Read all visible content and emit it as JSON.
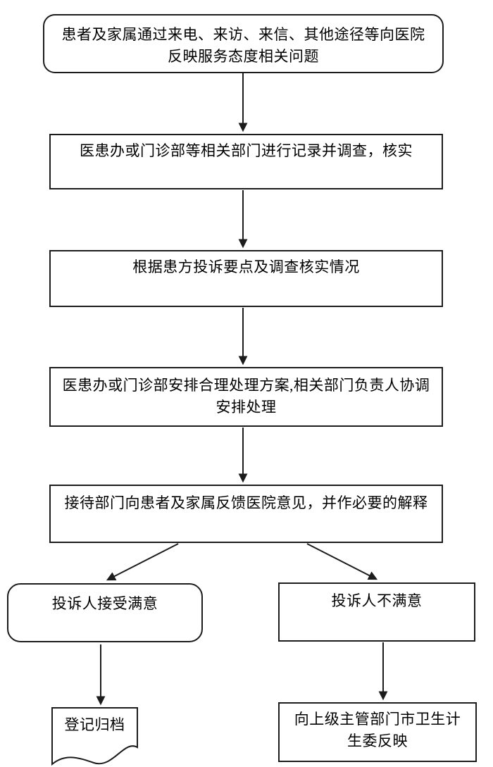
{
  "page": {
    "background_color": "#ffffff",
    "line_color": "#1c1c1c"
  },
  "flowchart": {
    "nodes": [
      {
        "id": "start",
        "shape": "rounded-rectangle",
        "text": "患者及家属通过来电、来访、来信、其他途径等向医院反映服务态度相关问题"
      },
      {
        "id": "record",
        "shape": "rectangle",
        "text": "医患办或门诊部等相关部门进行记录并调查，核实"
      },
      {
        "id": "assess",
        "shape": "rectangle",
        "text": "根据患方投诉要点及调查核实情况"
      },
      {
        "id": "plan",
        "shape": "rectangle",
        "text": "医患办或门诊部安排合理处理方案,相关部门负责人协调安排处理"
      },
      {
        "id": "feedback",
        "shape": "rectangle",
        "text": "接待部门向患者及家属反馈医院意见，并作必要的解释"
      },
      {
        "id": "satisfied",
        "shape": "rounded-rectangle",
        "text": "投诉人接受满意"
      },
      {
        "id": "unsatisfied",
        "shape": "rectangle",
        "text": "投诉人不满意"
      },
      {
        "id": "archive",
        "shape": "document",
        "text": "登记归档"
      },
      {
        "id": "escalate",
        "shape": "rectangle",
        "text": "向上级主管部门市卫生计生委反映"
      }
    ],
    "edges": [
      {
        "from": "start",
        "to": "record"
      },
      {
        "from": "record",
        "to": "assess"
      },
      {
        "from": "assess",
        "to": "plan"
      },
      {
        "from": "plan",
        "to": "feedback"
      },
      {
        "from": "feedback",
        "to": "satisfied"
      },
      {
        "from": "feedback",
        "to": "unsatisfied"
      },
      {
        "from": "satisfied",
        "to": "archive"
      },
      {
        "from": "unsatisfied",
        "to": "escalate"
      }
    ]
  }
}
